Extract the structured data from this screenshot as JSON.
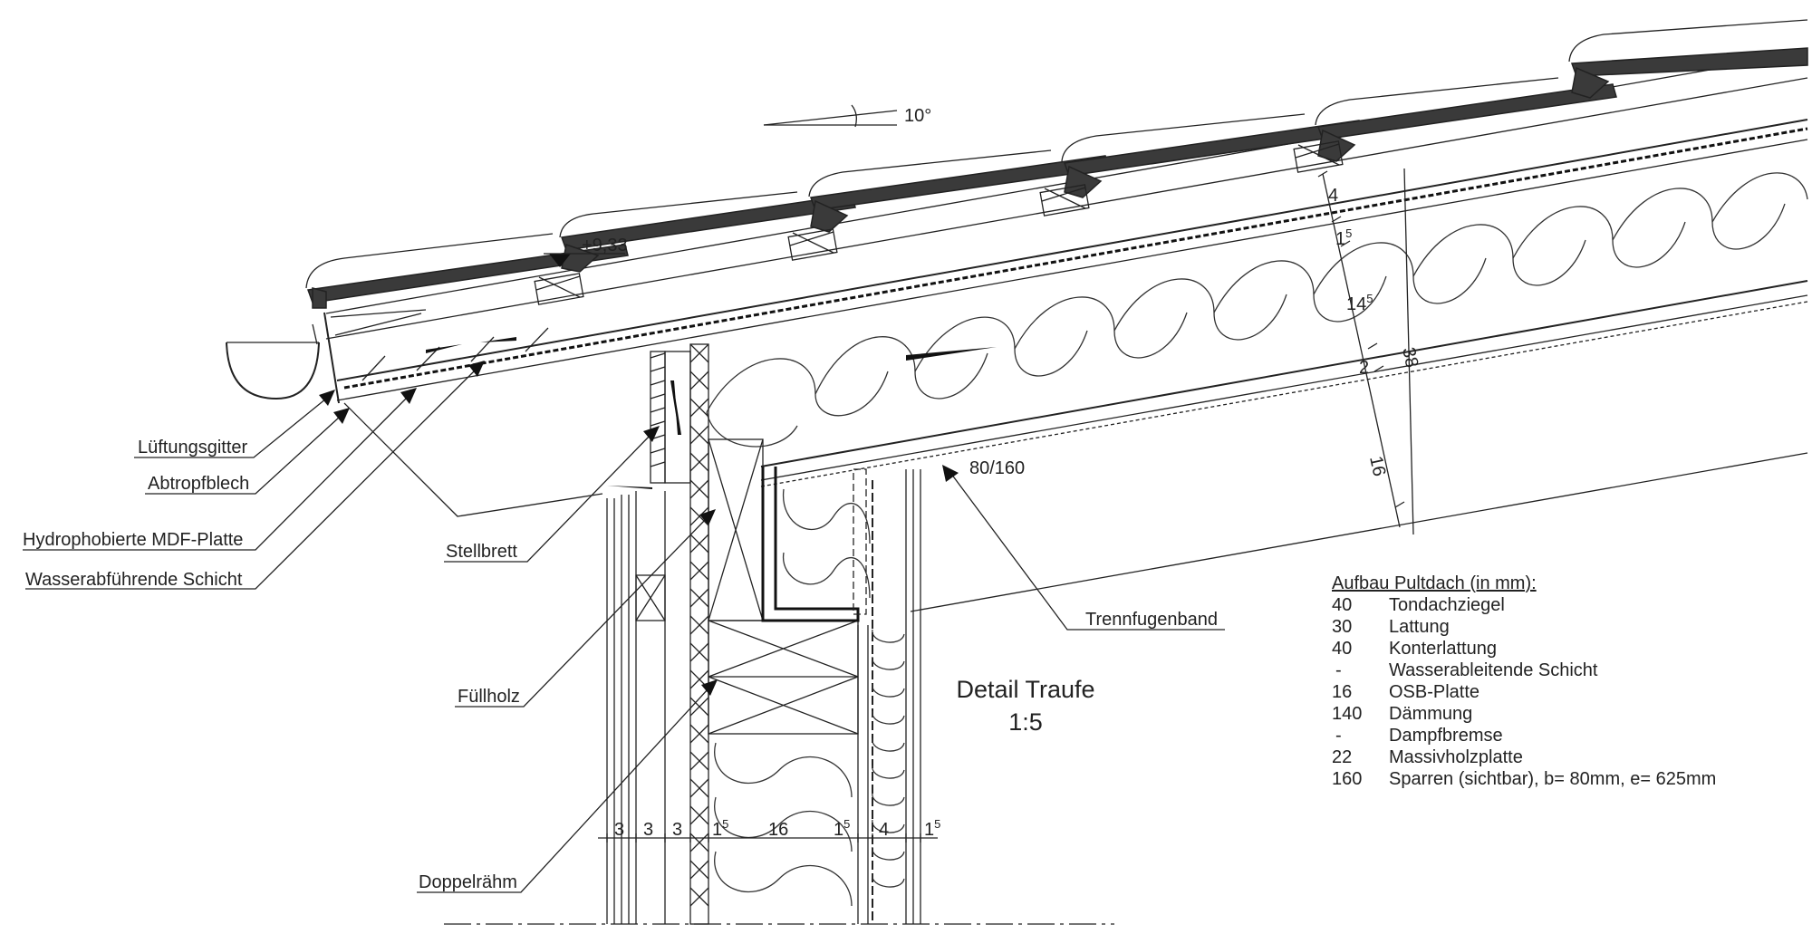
{
  "diagram": {
    "angle_label": "10°",
    "elevation_label": "+9,33",
    "rafter_label": "80/160",
    "title_line1": "Detail Traufe",
    "title_line2": "1:5"
  },
  "callouts": [
    {
      "id": "lueftungsgitter",
      "text": "Lüftungsgitter"
    },
    {
      "id": "abtropfblech",
      "text": "Abtropfblech"
    },
    {
      "id": "mdf-platte",
      "text": "Hydrophobierte MDF-Platte"
    },
    {
      "id": "wasserabfuehrende-schicht",
      "text": "Wasserabführende Schicht"
    },
    {
      "id": "stellbrett",
      "text": "Stellbrett"
    },
    {
      "id": "fuellholz",
      "text": "Füllholz"
    },
    {
      "id": "doppelraehm",
      "text": "Doppelrähm"
    },
    {
      "id": "trennfugenband",
      "text": "Trennfugenband"
    }
  ],
  "roof_dimensions": {
    "d1": "4",
    "d2": "1",
    "d2_sup": "5",
    "d3": "14",
    "d3_sup": "5",
    "total": "38",
    "d4": "2",
    "d5": "16"
  },
  "wall_dimensions": [
    {
      "value": "3",
      "sup": ""
    },
    {
      "value": "3",
      "sup": ""
    },
    {
      "value": "3",
      "sup": ""
    },
    {
      "value": "1",
      "sup": "5"
    },
    {
      "value": "16",
      "sup": ""
    },
    {
      "value": "1",
      "sup": "5"
    },
    {
      "value": "4",
      "sup": ""
    },
    {
      "value": "1",
      "sup": "5"
    }
  ],
  "legend": {
    "title": "Aufbau Pultdach (in mm):",
    "rows": [
      {
        "value": "40",
        "label": "Tondachziegel"
      },
      {
        "value": "30",
        "label": "Lattung"
      },
      {
        "value": "40",
        "label": "Konterlattung"
      },
      {
        "value": "-",
        "label": "Wasserableitende Schicht"
      },
      {
        "value": "16",
        "label": "OSB-Platte"
      },
      {
        "value": "140",
        "label": "Dämmung"
      },
      {
        "value": "-",
        "label": "Dampfbremse"
      },
      {
        "value": "22",
        "label": "Massivholzplatte"
      },
      {
        "value": "160",
        "label": "Sparren (sichtbar), b= 80mm, e= 625mm"
      }
    ]
  }
}
